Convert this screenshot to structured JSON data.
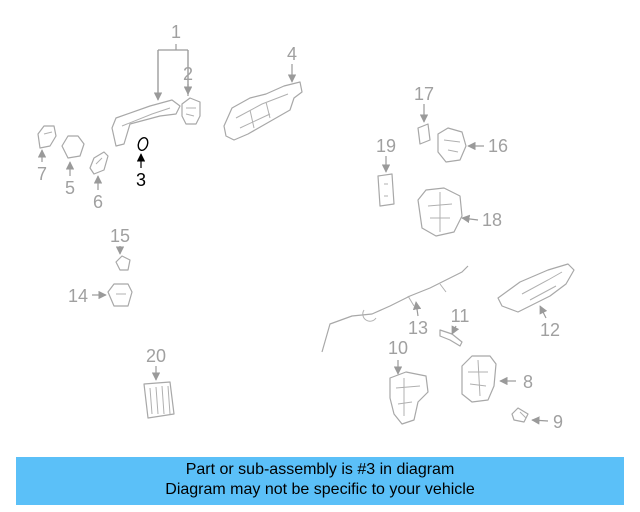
{
  "callouts": {
    "c1": "1",
    "c2": "2",
    "c3": "3",
    "c4": "4",
    "c5": "5",
    "c6": "6",
    "c7": "7",
    "c8": "8",
    "c9": "9",
    "c10": "10",
    "c11": "11",
    "c12": "12",
    "c13": "13",
    "c14": "14",
    "c15": "15",
    "c16": "16",
    "c17": "17",
    "c18": "18",
    "c19": "19",
    "c20": "20"
  },
  "highlighted_part": "3",
  "colors": {
    "banner": "#5bc0f8",
    "callout": "#a0a0a0",
    "highlight": "#000000"
  },
  "banner": {
    "line1": "Part or sub-assembly is #3 in diagram",
    "line2": "Diagram may not be specific to your vehicle"
  }
}
